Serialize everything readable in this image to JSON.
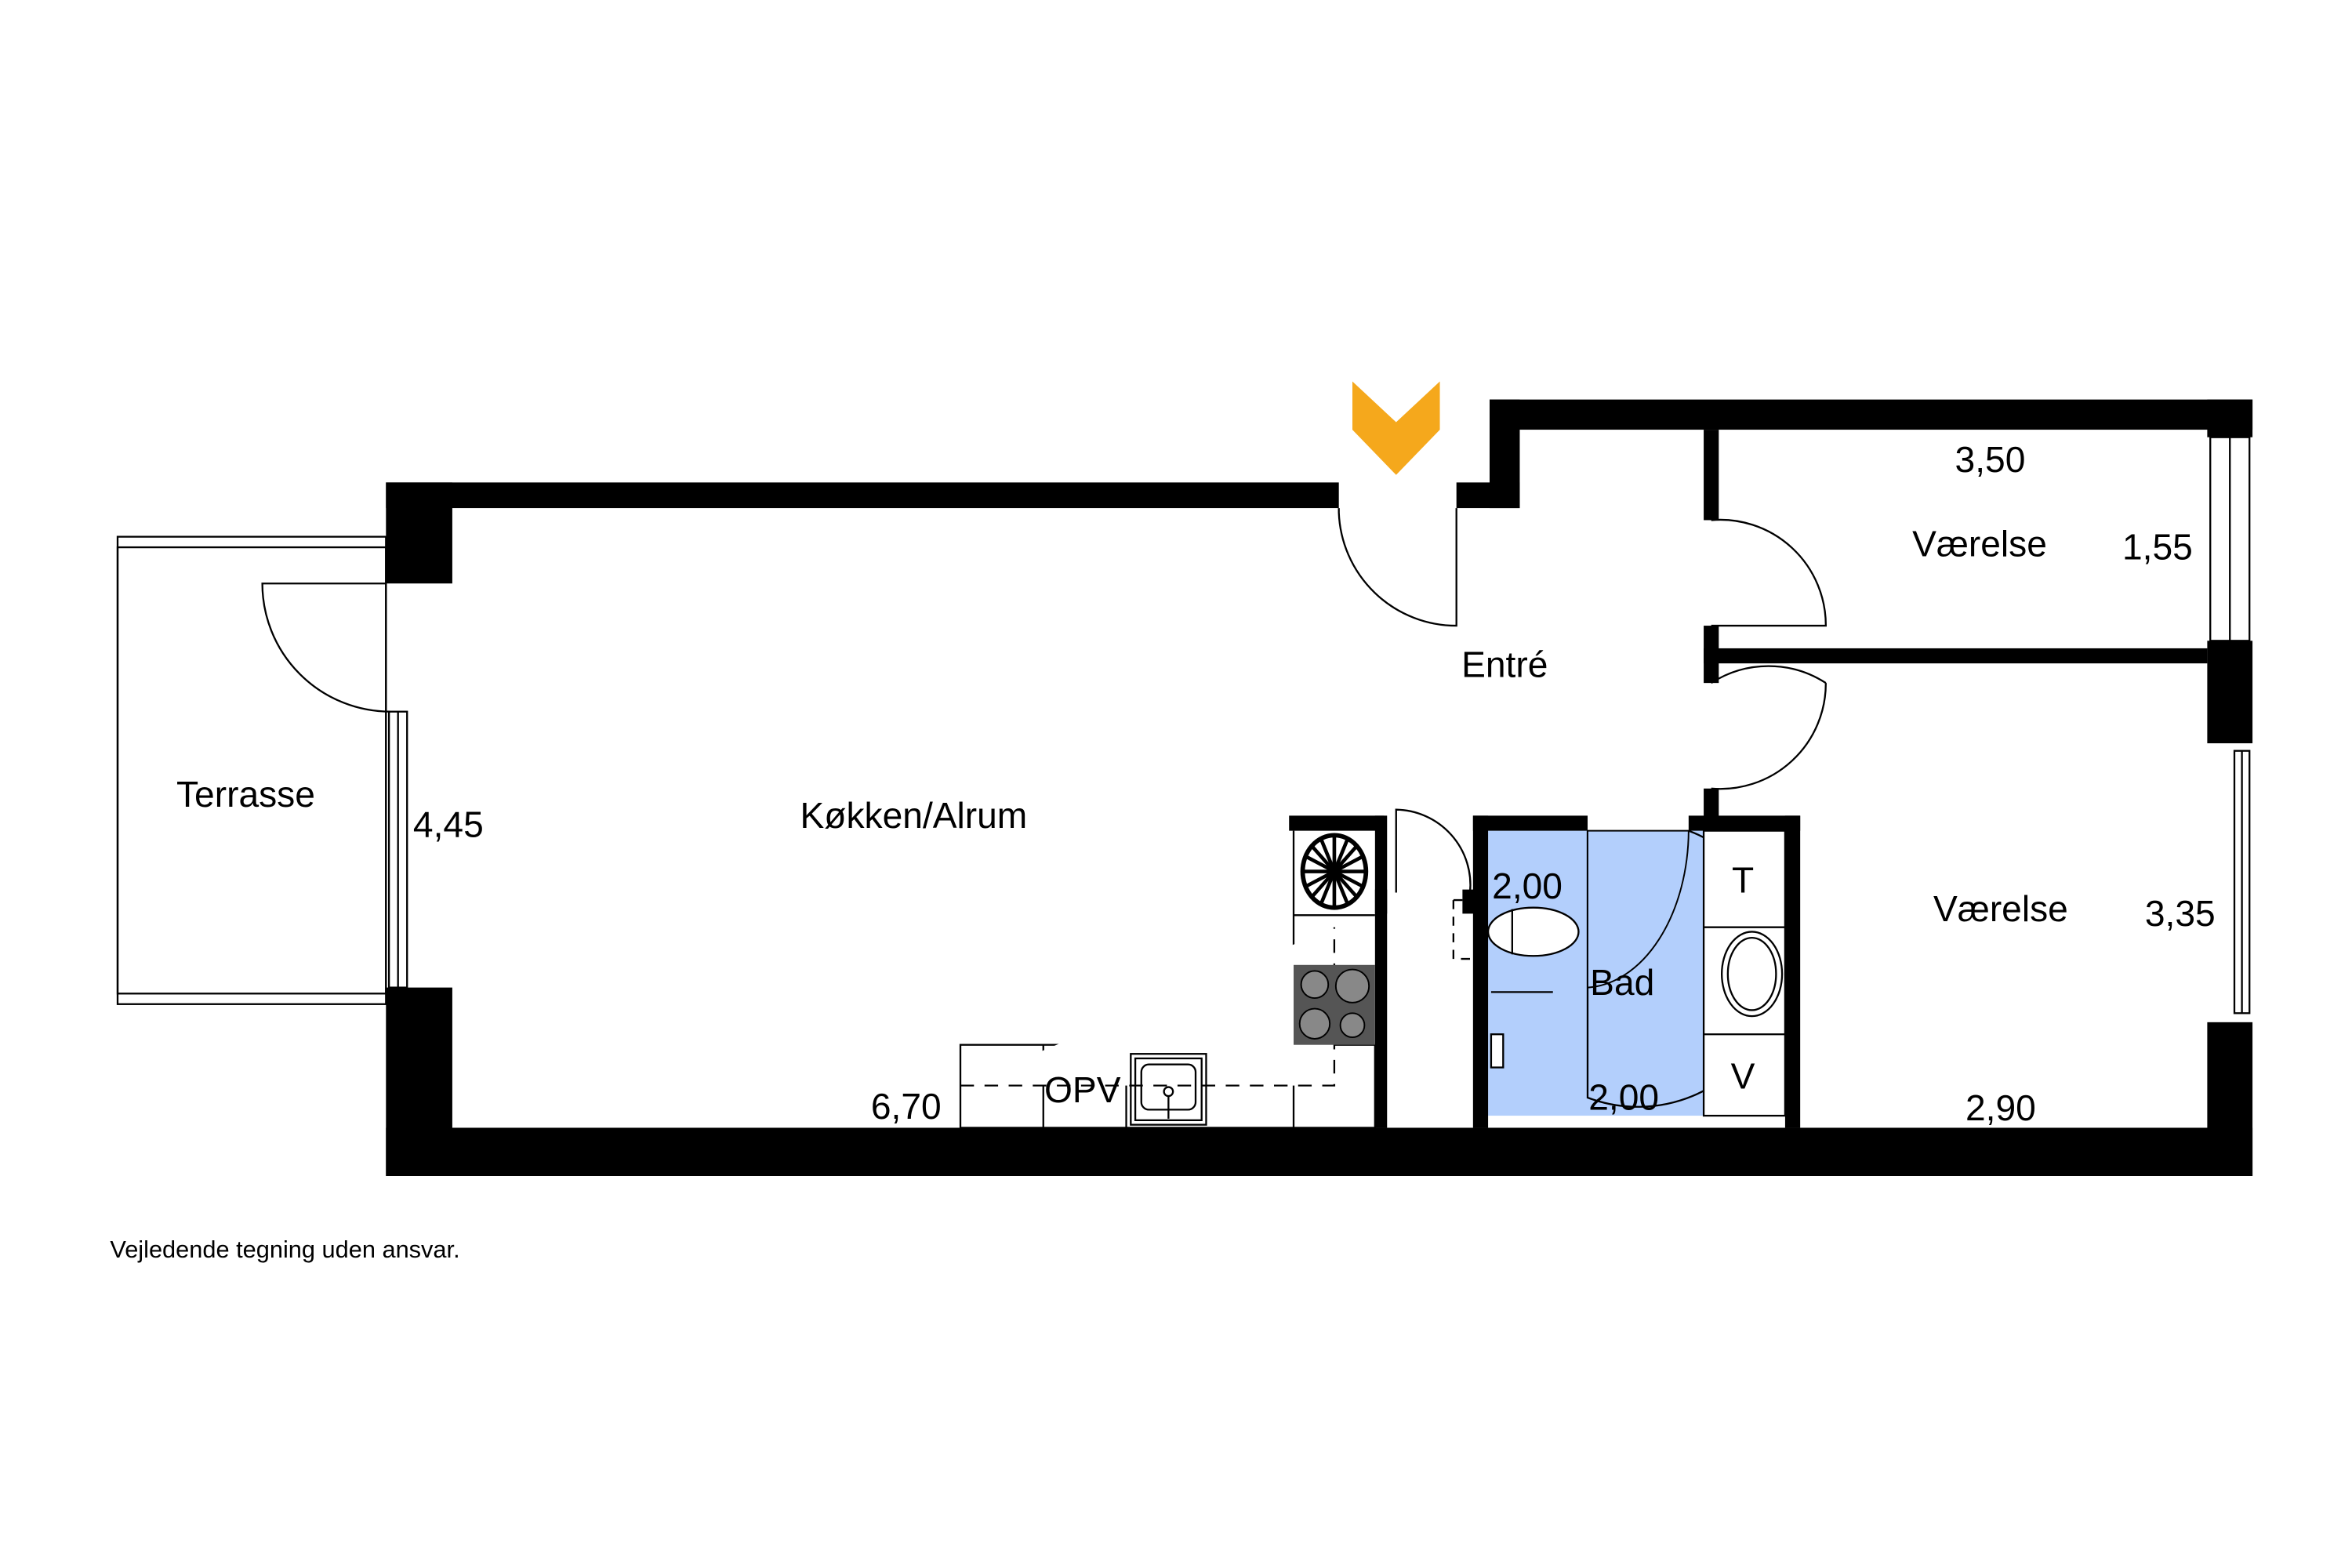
{
  "rooms": {
    "terrace": "Terrasse",
    "kitchen": "Køkken/Alrum",
    "entry": "Entré",
    "bedroom1": "Værelse",
    "bedroom2": "Værelse",
    "bath": "Bad"
  },
  "dimensions": {
    "terrace_height": "4,45",
    "kitchen_width": "6,70",
    "bedroom1_width": "3,50",
    "bedroom1_height": "1,55",
    "bedroom2_height": "3,35",
    "bedroom2_width": "2,90",
    "bath_height": "2,00",
    "bath_width": "2,00"
  },
  "fixtures": {
    "dryer": "T",
    "washer": "V",
    "dishwasher": "OPV"
  },
  "disclaimer": "Vejledende tegning uden ansvar.",
  "colors": {
    "bath": "#b3cffc",
    "entrance_arrow": "#f5a81c",
    "wall": "#000000",
    "hob": "#555555"
  }
}
